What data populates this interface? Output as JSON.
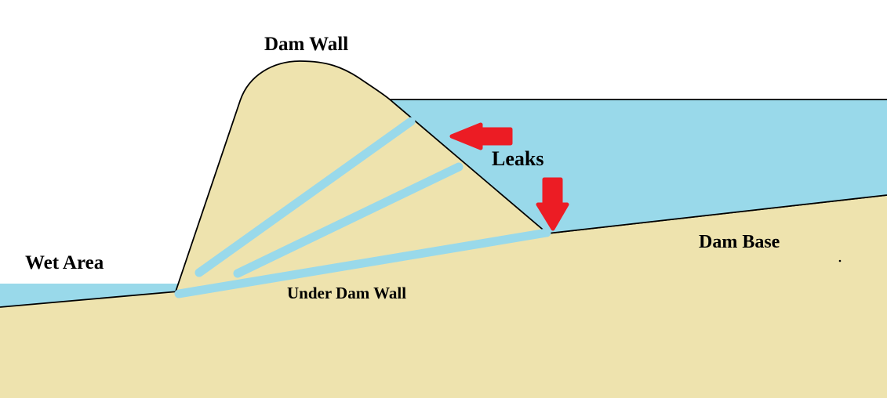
{
  "diagram": {
    "type": "dam-leak-cross-section",
    "labels": {
      "dam_wall": "Dam Wall",
      "leaks": "Leaks",
      "dam_base": "Dam Base",
      "wet_area": "Wet Area",
      "under_dam_wall": "Under Dam Wall"
    },
    "colors": {
      "background": "#FFFFFF",
      "water": "#99D9EA",
      "sand": "#EEE3AE",
      "arrow_red": "#EC1C24",
      "outline": "#000000"
    },
    "icons": {
      "left_arrow": "leak-direction-left-arrow",
      "down_arrow": "leak-direction-down-arrow"
    }
  }
}
